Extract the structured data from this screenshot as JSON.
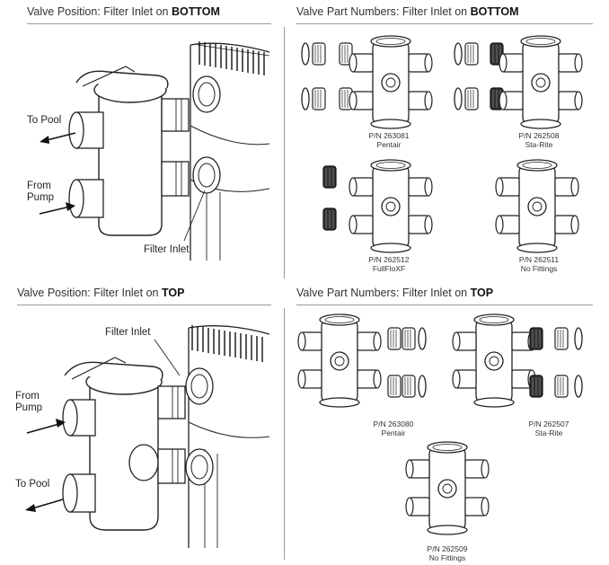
{
  "sections": {
    "tl": {
      "prefix": "Valve Position: Filter Inlet on ",
      "emphasis": "BOTTOM"
    },
    "tr": {
      "prefix": "Valve Part Numbers: Filter Inlet on ",
      "emphasis": "BOTTOM"
    },
    "bl": {
      "prefix": "Valve Position: Filter Inlet on ",
      "emphasis": "TOP"
    },
    "br": {
      "prefix": "Valve Part Numbers: Filter Inlet on ",
      "emphasis": "TOP"
    }
  },
  "callouts": {
    "bottom": {
      "to_pool": "To Pool",
      "from_pump_1": "From",
      "from_pump_2": "Pump",
      "filter_inlet": "Filter Inlet"
    },
    "top": {
      "filter_inlet": "Filter Inlet",
      "from_pump_1": "From",
      "from_pump_2": "Pump",
      "to_pool": "To Pool"
    }
  },
  "parts_bottom": [
    {
      "pn": "P/N 263081",
      "brand": "Pentair"
    },
    {
      "pn": "P/N 262508",
      "brand": "Sta-Rite"
    },
    {
      "pn": "P/N 262512",
      "brand": "FullFloXF"
    },
    {
      "pn": "P/N 262511",
      "brand": "No Fittings"
    }
  ],
  "parts_top": [
    {
      "pn": "P/N 263080",
      "brand": "Pentair"
    },
    {
      "pn": "P/N 262507",
      "brand": "Sta-Rite"
    },
    {
      "pn": "P/N 262509",
      "brand": "No Fittings"
    }
  ]
}
